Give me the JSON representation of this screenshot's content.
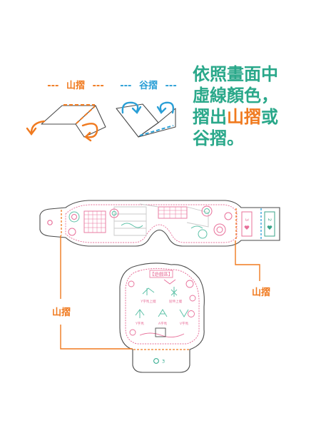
{
  "colors": {
    "orange": "#f07a1f",
    "blue": "#2a9fd6",
    "teal": "#2aa88a",
    "pink": "#e8709a",
    "mint": "#5ec2a8",
    "outline": "#4a4a4a"
  },
  "legend": {
    "mountain": {
      "label": "山摺",
      "dash_left": "---",
      "dash_right": "---",
      "color": "#f07a1f"
    },
    "valley": {
      "label": "谷摺",
      "dash_left": "---",
      "dash_right": "---",
      "color": "#2a9fd6"
    }
  },
  "instruction": {
    "lines": [
      {
        "segments": [
          {
            "text": "依照畫面中",
            "color": "#2aa88a"
          }
        ]
      },
      {
        "segments": [
          {
            "text": "虛線顏色，",
            "color": "#2aa88a"
          }
        ]
      },
      {
        "segments": [
          {
            "text": "摺出",
            "color": "#2aa88a"
          },
          {
            "text": "山摺",
            "color": "#f07a1f"
          },
          {
            "text": "或",
            "color": "#2aa88a"
          }
        ]
      },
      {
        "segments": [
          {
            "text": "谷摺",
            "color": "#2aa88a"
          },
          {
            "text": "。",
            "color": "#2aa88a"
          }
        ]
      }
    ]
  },
  "mask": {
    "tab_numbers": [
      {
        "num": "3",
        "color": "#e8709a"
      },
      {
        "num": "2",
        "color": "#3aa58a"
      }
    ]
  },
  "stand": {
    "header": "【遊戲區】",
    "poses": [
      {
        "label": "Y字馬上擺"
      },
      {
        "label": "屈伸上擺"
      },
      {
        "label": "Y字馬"
      },
      {
        "label": "A字馬"
      },
      {
        "label": "V字馬"
      }
    ],
    "tab_number": "3"
  },
  "fold_labels": [
    {
      "text": "山摺"
    },
    {
      "text": "山摺"
    }
  ]
}
